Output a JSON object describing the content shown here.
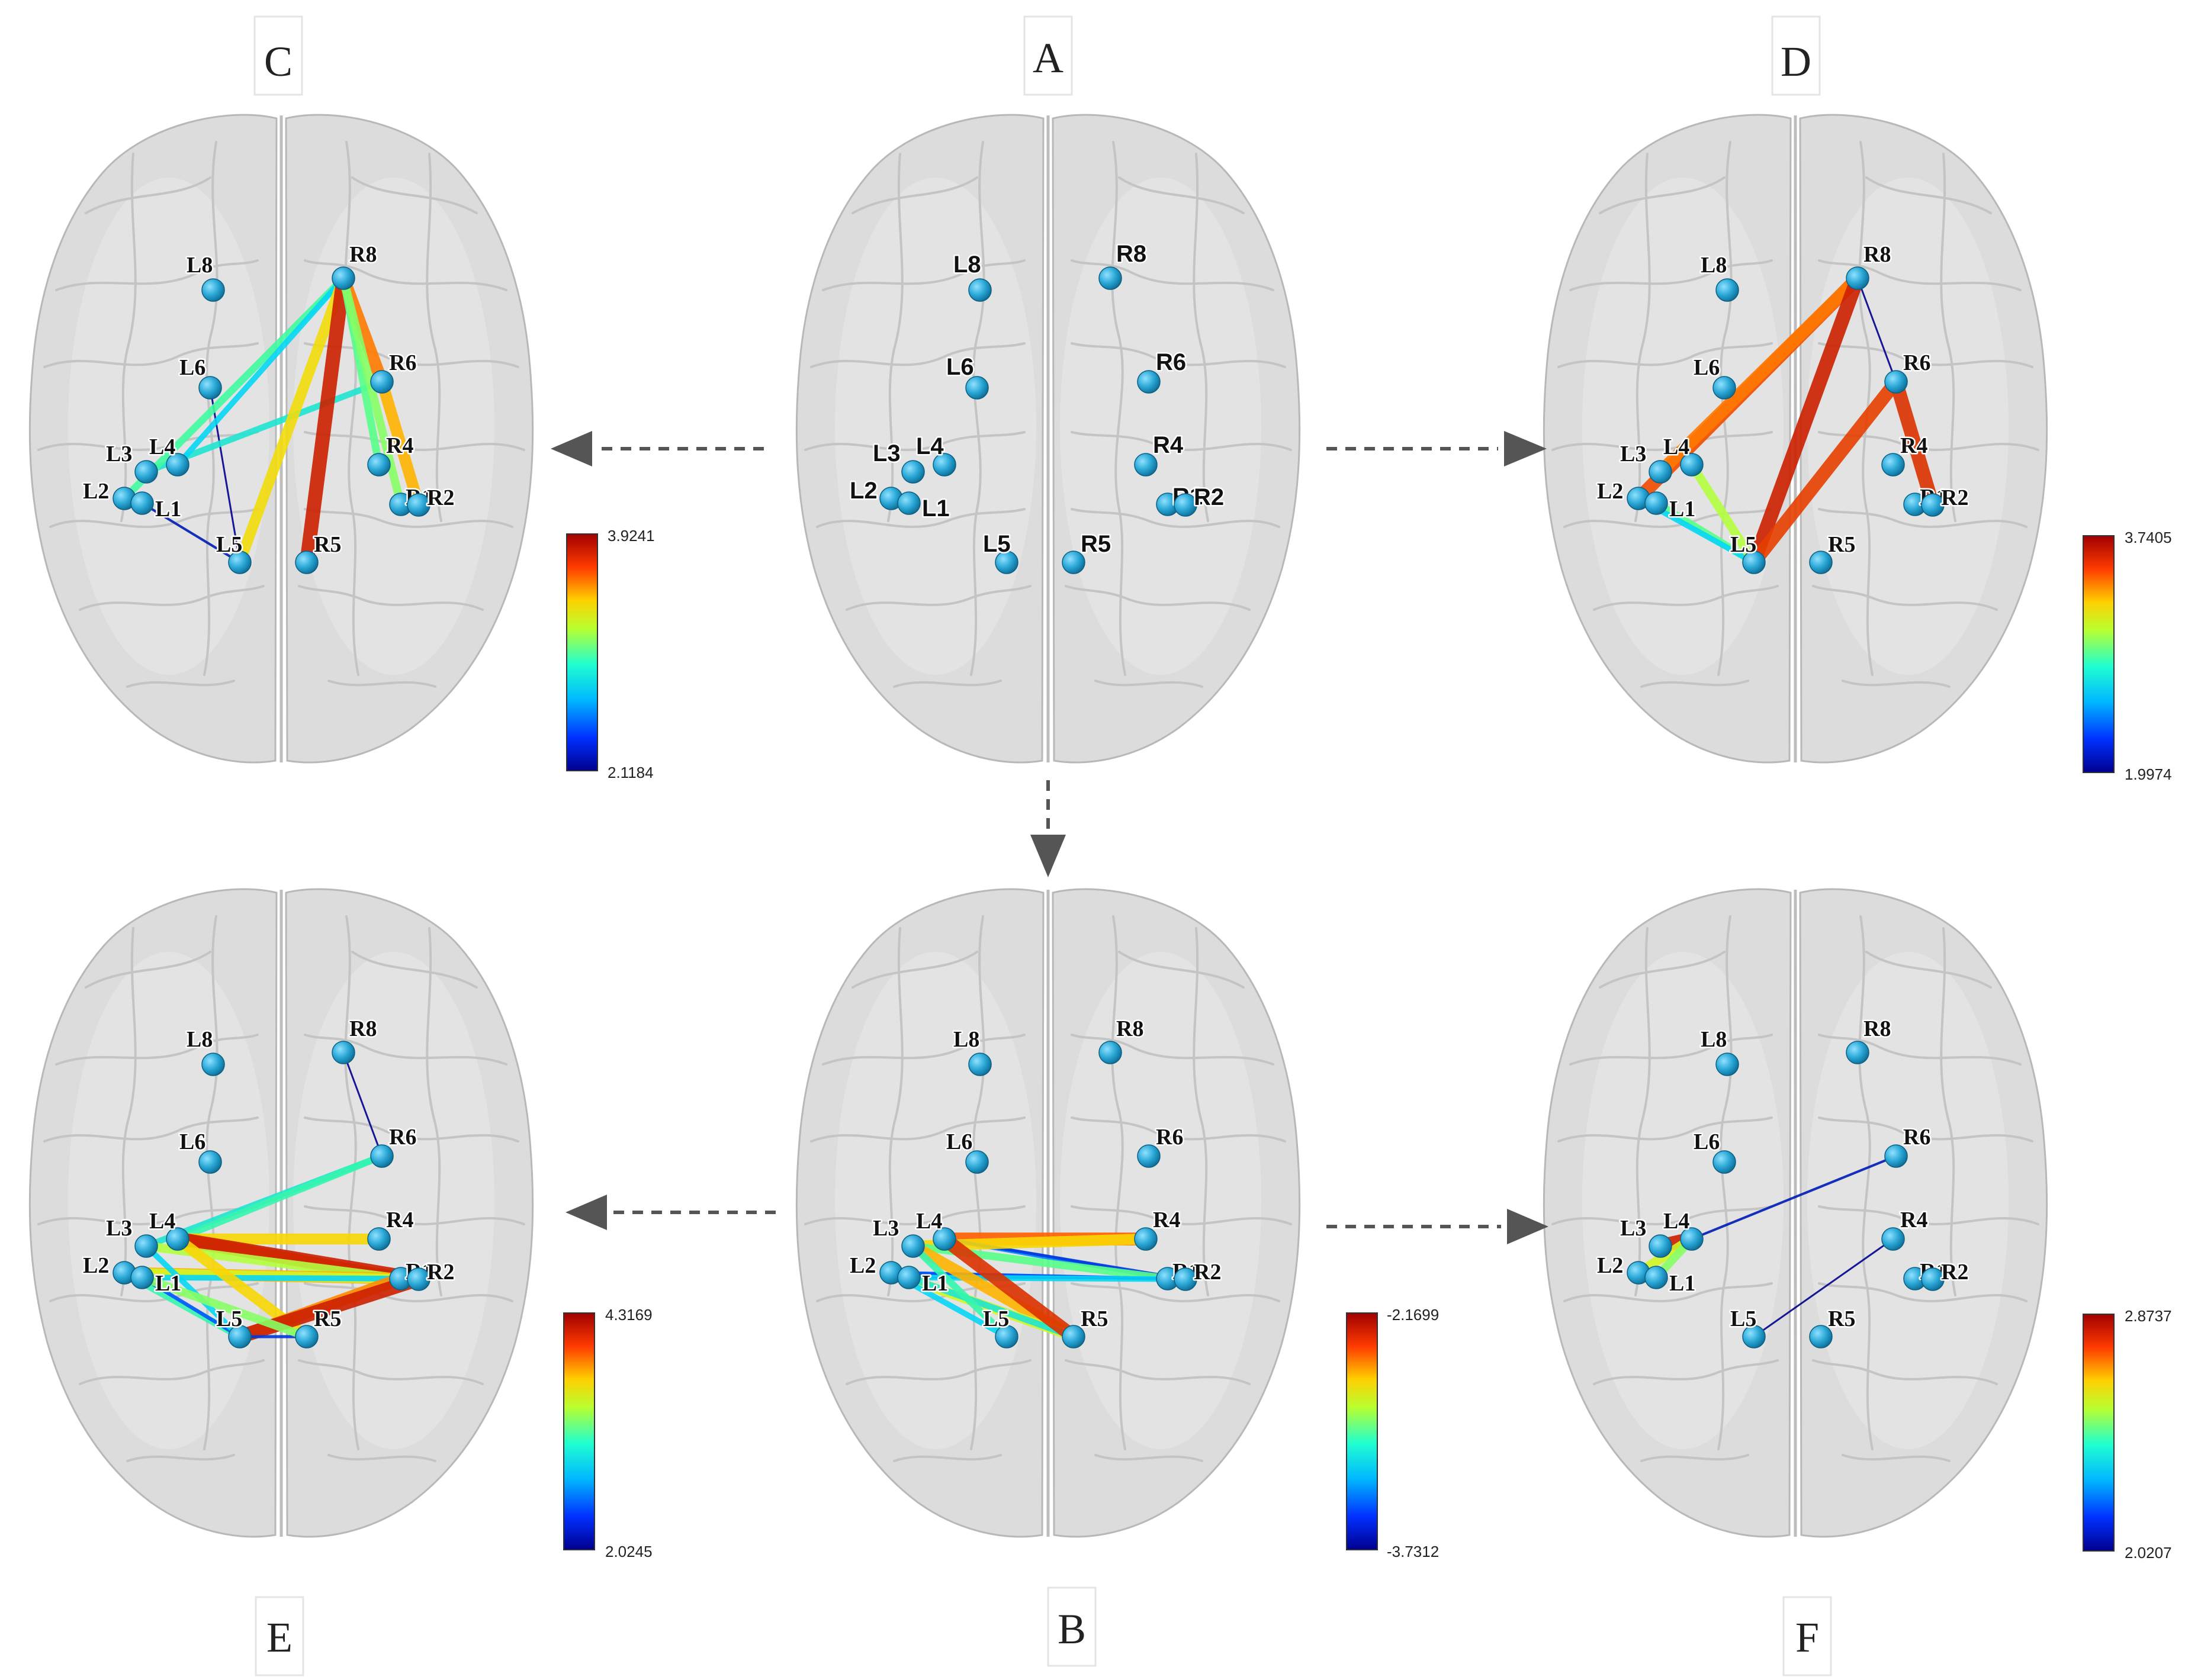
{
  "panels": [
    {
      "id": "A",
      "letter": "A",
      "labels": [
        "L8",
        "R8",
        "L6",
        "R6",
        "L4",
        "R4",
        "L3",
        "L2",
        "L1",
        "R1",
        "R2",
        "L5",
        "R5"
      ],
      "colorbar": null
    },
    {
      "id": "B",
      "letter": "B",
      "colorbar": {
        "max": "-2.1699",
        "min": "-3.7312"
      }
    },
    {
      "id": "C",
      "letter": "C",
      "colorbar": {
        "max": "3.9241",
        "min": "2.1184"
      }
    },
    {
      "id": "D",
      "letter": "D",
      "colorbar": {
        "max": "3.7405",
        "min": "1.9974"
      }
    },
    {
      "id": "E",
      "letter": "E",
      "colorbar": {
        "max": "4.3169",
        "min": "2.0245"
      }
    },
    {
      "id": "F",
      "letter": "F",
      "colorbar": {
        "max": "2.8737",
        "min": "2.0207"
      }
    }
  ],
  "node_labels": {
    "L8": "L8",
    "R8": "R8",
    "L6": "L6",
    "R6": "R6",
    "L4": "L4",
    "R4": "R4",
    "L3": "L3",
    "L2": "L2",
    "L1": "L1",
    "R1": "R1",
    "R2": "R2",
    "L5": "L5",
    "R5": "R5"
  },
  "colors": {
    "node": "#2aa7d6",
    "colormap": [
      "#00008f",
      "#0050ff",
      "#00d2ff",
      "#44ff9a",
      "#c8ff30",
      "#ffd200",
      "#ff5a00",
      "#b00000"
    ],
    "arrow": "#555555"
  },
  "connections": {
    "C": [
      [
        "L1",
        "L5"
      ],
      [
        "L6",
        "L5"
      ],
      [
        "L3",
        "R6"
      ],
      [
        "L2",
        "R8"
      ],
      [
        "L4",
        "R8"
      ],
      [
        "L5",
        "R8"
      ],
      [
        "R5",
        "R8"
      ],
      [
        "R8",
        "R6"
      ],
      [
        "R8",
        "R4"
      ],
      [
        "R8",
        "R1"
      ],
      [
        "R6",
        "R2"
      ]
    ],
    "D": [
      [
        "R8",
        "R6"
      ],
      [
        "R6",
        "R2"
      ],
      [
        "L2",
        "R8"
      ],
      [
        "L3",
        "R8"
      ],
      [
        "L1",
        "L5"
      ],
      [
        "L2",
        "L5"
      ],
      [
        "L4",
        "L5"
      ],
      [
        "L5",
        "R8"
      ],
      [
        "L5",
        "R6"
      ]
    ],
    "E": [
      [
        "R8",
        "R6"
      ],
      [
        "L3",
        "R6"
      ],
      [
        "L4",
        "R6"
      ],
      [
        "L4",
        "R4"
      ],
      [
        "L4",
        "R1"
      ],
      [
        "L4",
        "R2"
      ],
      [
        "L3",
        "R1"
      ],
      [
        "L2",
        "R1"
      ],
      [
        "L2",
        "R2"
      ],
      [
        "L1",
        "R1"
      ],
      [
        "L2",
        "L5"
      ],
      [
        "L1",
        "L5"
      ],
      [
        "L3",
        "L5"
      ],
      [
        "L4",
        "R5"
      ],
      [
        "L5",
        "R1"
      ],
      [
        "L5",
        "R2"
      ],
      [
        "L5",
        "R5"
      ],
      [
        "L1",
        "R5"
      ]
    ],
    "B": [
      [
        "L4",
        "R4"
      ],
      [
        "L4",
        "R1"
      ],
      [
        "L4",
        "R2"
      ],
      [
        "L3",
        "R4"
      ],
      [
        "L3",
        "R1"
      ],
      [
        "L2",
        "R1"
      ],
      [
        "L2",
        "R2"
      ],
      [
        "L1",
        "R1"
      ],
      [
        "L1",
        "R2"
      ],
      [
        "L3",
        "R5"
      ],
      [
        "L2",
        "R5"
      ],
      [
        "L1",
        "R5"
      ],
      [
        "L3",
        "L5"
      ],
      [
        "L2",
        "L5"
      ],
      [
        "L4",
        "R5"
      ]
    ],
    "F": [
      [
        "L3",
        "L4"
      ],
      [
        "L2",
        "L4"
      ],
      [
        "L1",
        "L4"
      ],
      [
        "L4",
        "R6"
      ],
      [
        "L5",
        "R4"
      ]
    ]
  },
  "weights": {
    "C": [
      0.05,
      0.0,
      0.35,
      0.42,
      0.3,
      0.68,
      0.95,
      0.82,
      0.45,
      0.5,
      0.75
    ],
    "D": [
      0.0,
      0.92,
      0.88,
      0.82,
      0.45,
      0.3,
      0.55,
      0.95,
      0.9
    ],
    "E": [
      0.0,
      0.35,
      0.4,
      0.7,
      0.85,
      0.95,
      0.55,
      0.75,
      0.6,
      0.3,
      0.4,
      0.15,
      0.3,
      0.7,
      0.8,
      0.95,
      0.1,
      0.5
    ],
    "B": [
      0.85,
      0.2,
      0.1,
      0.7,
      0.45,
      0.05,
      0.15,
      0.02,
      0.3,
      0.75,
      0.6,
      0.35,
      0.4,
      0.3,
      0.92
    ],
    "F": [
      0.95,
      0.6,
      0.5,
      0.05,
      0.0
    ]
  }
}
